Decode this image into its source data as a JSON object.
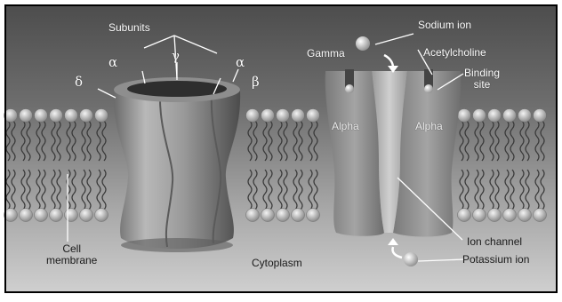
{
  "labels": {
    "subunits": "Subunits",
    "alpha_left_symbol": "α",
    "gamma_symbol": "γ",
    "alpha_right_symbol": "α",
    "delta_symbol": "δ",
    "beta_symbol": "β",
    "sodium_ion": "Sodium ion",
    "gamma": "Gamma",
    "acetylcholine": "Acetylcholine",
    "binding_site": "Binding\nsite",
    "alpha_left": "Alpha",
    "alpha_right": "Alpha",
    "cell_membrane": "Cell\nmembrane",
    "cytoplasm": "Cytoplasm",
    "ion_channel": "Ion channel",
    "potassium_ion": "Potassium ion"
  },
  "colors": {
    "background_top": "#5a5a5a",
    "background_bottom": "#c9c9c9",
    "membrane_head": "#d9d9d9",
    "protein": "#8c8c8c",
    "frame": "#000000"
  }
}
